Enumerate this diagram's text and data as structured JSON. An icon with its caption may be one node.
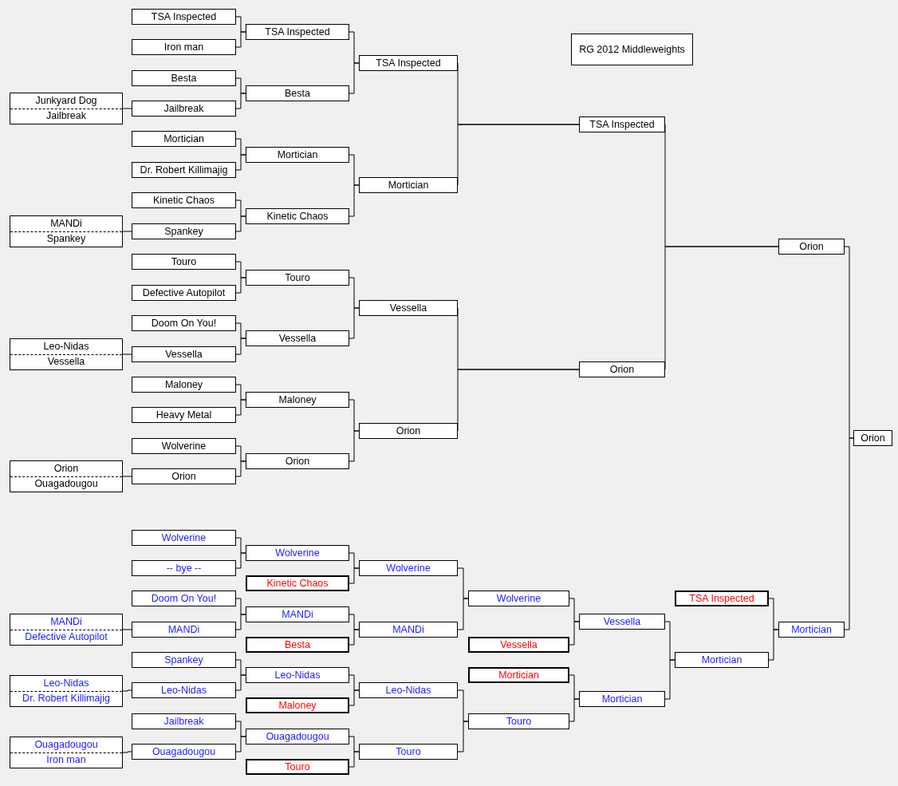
{
  "diagram": {
    "nodes": [
      {
        "text": [
          "Junkyard Dog",
          "Jailbreak"
        ]
      },
      {
        "text": [
          "MANDi",
          "Spankey"
        ]
      },
      {
        "text": [
          "Leo-Nidas",
          "Vessella"
        ]
      },
      {
        "text": [
          "Orion",
          "Ouagadougou"
        ]
      },
      {
        "text": [
          "TSA Inspected"
        ]
      },
      {
        "text": [
          "Iron man"
        ]
      },
      {
        "text": [
          "Besta"
        ]
      },
      {
        "text": [
          "Jailbreak"
        ]
      },
      {
        "text": [
          "Mortician"
        ]
      },
      {
        "text": [
          "Dr. Robert Killimajig"
        ]
      },
      {
        "text": [
          "Kinetic Chaos"
        ]
      },
      {
        "text": [
          "Spankey"
        ]
      },
      {
        "text": [
          "Touro"
        ]
      },
      {
        "text": [
          "Defective Autopilot"
        ]
      },
      {
        "text": [
          "Doom On You!"
        ]
      },
      {
        "text": [
          "Vessella"
        ]
      },
      {
        "text": [
          "Maloney"
        ]
      },
      {
        "text": [
          "Heavy Metal"
        ]
      },
      {
        "text": [
          "Wolverine"
        ]
      },
      {
        "text": [
          "Orion"
        ]
      },
      {
        "text": [
          "TSA Inspected"
        ]
      },
      {
        "text": [
          "Besta"
        ]
      },
      {
        "text": [
          "Mortician"
        ]
      },
      {
        "text": [
          "Kinetic Chaos"
        ]
      },
      {
        "text": [
          "Touro"
        ]
      },
      {
        "text": [
          "Vessella"
        ]
      },
      {
        "text": [
          "Maloney"
        ]
      },
      {
        "text": [
          "Orion"
        ]
      },
      {
        "text": [
          "TSA Inspected"
        ]
      },
      {
        "text": [
          "Mortician"
        ]
      },
      {
        "text": [
          "Vessella"
        ]
      },
      {
        "text": [
          "Orion"
        ]
      },
      {
        "text": [
          "TSA Inspected"
        ]
      },
      {
        "text": [
          "Orion"
        ]
      },
      {
        "text": [
          "Orion"
        ]
      },
      {
        "text": [
          "Orion"
        ]
      },
      {
        "text": [
          "MANDi",
          "Defective Autopilot"
        ]
      },
      {
        "text": [
          "Leo-Nidas",
          "Dr. Robert Killimajig"
        ]
      },
      {
        "text": [
          "Ouagadougou",
          "Iron man"
        ]
      },
      {
        "text": [
          "Wolverine"
        ]
      },
      {
        "text": [
          "-- bye --"
        ]
      },
      {
        "text": [
          "Doom On You!"
        ]
      },
      {
        "text": [
          "MANDi"
        ]
      },
      {
        "text": [
          "Spankey"
        ]
      },
      {
        "text": [
          "Leo-Nidas"
        ]
      },
      {
        "text": [
          "Jailbreak"
        ]
      },
      {
        "text": [
          "Ouagadougou"
        ]
      },
      {
        "text": [
          "Wolverine"
        ]
      },
      {
        "text": [
          "Kinetic Chaos"
        ]
      },
      {
        "text": [
          "MANDi"
        ]
      },
      {
        "text": [
          "Besta"
        ]
      },
      {
        "text": [
          "Leo-Nidas"
        ]
      },
      {
        "text": [
          "Maloney"
        ]
      },
      {
        "text": [
          "Ouagadougou"
        ]
      },
      {
        "text": [
          "Touro"
        ]
      },
      {
        "text": [
          "Wolverine"
        ]
      },
      {
        "text": [
          "MANDi"
        ]
      },
      {
        "text": [
          "Leo-Nidas"
        ]
      },
      {
        "text": [
          "Touro"
        ]
      },
      {
        "text": [
          "Wolverine"
        ]
      },
      {
        "text": [
          "Vessella"
        ]
      },
      {
        "text": [
          "Mortician"
        ]
      },
      {
        "text": [
          "Touro"
        ]
      },
      {
        "text": [
          "Vessella"
        ]
      },
      {
        "text": [
          "Mortician"
        ]
      },
      {
        "text": [
          "TSA Inspected"
        ]
      },
      {
        "text": [
          "Mortician"
        ]
      },
      {
        "text": [
          "Mortician"
        ]
      },
      {
        "text": [
          "RG 2012 Middleweights"
        ]
      }
    ],
    "edges": [
      {
        "from": 0,
        "to": 7,
        "arrow": "none"
      },
      {
        "from": 1,
        "to": 11,
        "arrow": "none"
      },
      {
        "from": 2,
        "to": 15,
        "arrow": "none"
      },
      {
        "from": 3,
        "to": 19,
        "arrow": "none"
      },
      {
        "from": 4,
        "to": 20,
        "arrow": "none"
      },
      {
        "from": 5,
        "to": 20,
        "arrow": "none"
      },
      {
        "from": 6,
        "to": 21,
        "arrow": "none"
      },
      {
        "from": 7,
        "to": 21,
        "arrow": "none"
      },
      {
        "from": 8,
        "to": 22,
        "arrow": "none"
      },
      {
        "from": 9,
        "to": 22,
        "arrow": "none"
      },
      {
        "from": 10,
        "to": 23,
        "arrow": "none"
      },
      {
        "from": 11,
        "to": 23,
        "arrow": "none"
      },
      {
        "from": 12,
        "to": 24,
        "arrow": "none"
      },
      {
        "from": 13,
        "to": 24,
        "arrow": "none"
      },
      {
        "from": 14,
        "to": 25,
        "arrow": "none"
      },
      {
        "from": 15,
        "to": 25,
        "arrow": "none"
      },
      {
        "from": 16,
        "to": 26,
        "arrow": "none"
      },
      {
        "from": 17,
        "to": 26,
        "arrow": "none"
      },
      {
        "from": 18,
        "to": 27,
        "arrow": "none"
      },
      {
        "from": 19,
        "to": 27,
        "arrow": "none"
      },
      {
        "from": 20,
        "to": 28,
        "arrow": "none"
      },
      {
        "from": 21,
        "to": 28,
        "arrow": "none"
      },
      {
        "from": 22,
        "to": 29,
        "arrow": "none"
      },
      {
        "from": 23,
        "to": 29,
        "arrow": "none"
      },
      {
        "from": 24,
        "to": 30,
        "arrow": "none"
      },
      {
        "from": 25,
        "to": 30,
        "arrow": "none"
      },
      {
        "from": 26,
        "to": 31,
        "arrow": "none"
      },
      {
        "from": 27,
        "to": 31,
        "arrow": "none"
      },
      {
        "from": 28,
        "to": 32,
        "arrow": "none"
      },
      {
        "from": 29,
        "to": 32,
        "arrow": "none"
      },
      {
        "from": 30,
        "to": 33,
        "arrow": "none"
      },
      {
        "from": 31,
        "to": 33,
        "arrow": "none"
      },
      {
        "from": 32,
        "to": 34,
        "arrow": "none"
      },
      {
        "from": 33,
        "to": 34,
        "arrow": "none"
      },
      {
        "from": 34,
        "to": 35,
        "arrow": "none"
      },
      {
        "from": 67,
        "to": 35,
        "arrow": "none"
      },
      {
        "from": 36,
        "to": 42,
        "arrow": "none"
      },
      {
        "from": 37,
        "to": 44,
        "arrow": "none"
      },
      {
        "from": 38,
        "to": 46,
        "arrow": "none"
      },
      {
        "from": 39,
        "to": 47,
        "arrow": "none"
      },
      {
        "from": 40,
        "to": 47,
        "arrow": "none"
      },
      {
        "from": 41,
        "to": 49,
        "arrow": "none"
      },
      {
        "from": 42,
        "to": 49,
        "arrow": "none"
      },
      {
        "from": 43,
        "to": 51,
        "arrow": "none"
      },
      {
        "from": 44,
        "to": 51,
        "arrow": "none"
      },
      {
        "from": 45,
        "to": 53,
        "arrow": "none"
      },
      {
        "from": 46,
        "to": 53,
        "arrow": "none"
      },
      {
        "from": 47,
        "to": 55,
        "arrow": "none"
      },
      {
        "from": 48,
        "to": 55,
        "arrow": "none"
      },
      {
        "from": 49,
        "to": 56,
        "arrow": "none"
      },
      {
        "from": 50,
        "to": 56,
        "arrow": "none"
      },
      {
        "from": 51,
        "to": 57,
        "arrow": "none"
      },
      {
        "from": 52,
        "to": 57,
        "arrow": "none"
      },
      {
        "from": 53,
        "to": 58,
        "arrow": "none"
      },
      {
        "from": 54,
        "to": 58,
        "arrow": "none"
      },
      {
        "from": 55,
        "to": 59,
        "arrow": "none"
      },
      {
        "from": 56,
        "to": 59,
        "arrow": "none"
      },
      {
        "from": 57,
        "to": 62,
        "arrow": "none"
      },
      {
        "from": 58,
        "to": 62,
        "arrow": "none"
      },
      {
        "from": 59,
        "to": 63,
        "arrow": "none"
      },
      {
        "from": 60,
        "to": 63,
        "arrow": "none"
      },
      {
        "from": 61,
        "to": 64,
        "arrow": "none"
      },
      {
        "from": 62,
        "to": 64,
        "arrow": "none"
      },
      {
        "from": 63,
        "to": 66,
        "arrow": "none"
      },
      {
        "from": 64,
        "to": 66,
        "arrow": "none"
      },
      {
        "from": 65,
        "to": 67,
        "arrow": "none"
      },
      {
        "from": 66,
        "to": 67,
        "arrow": "none"
      }
    ]
  }
}
